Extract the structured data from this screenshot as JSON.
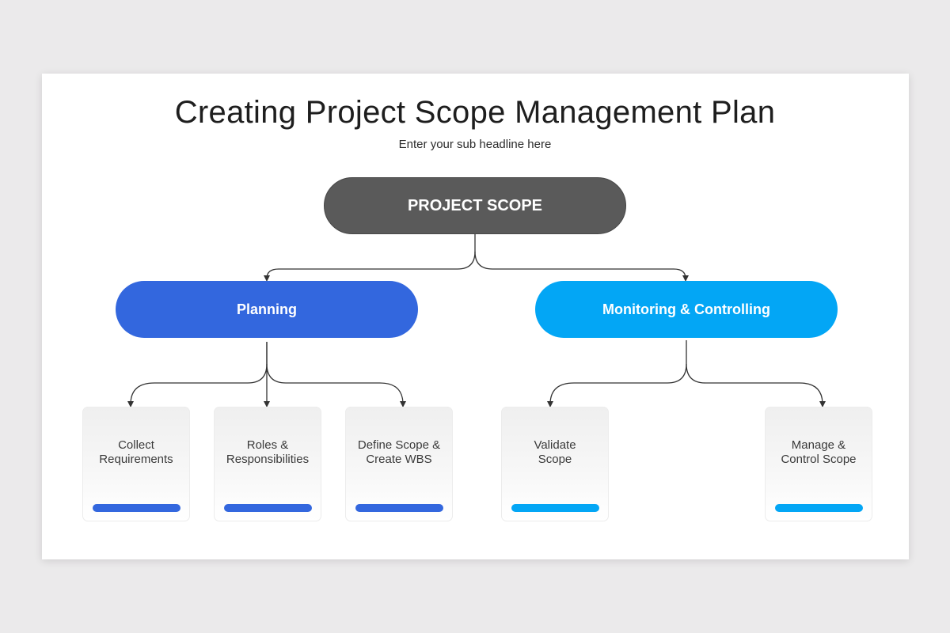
{
  "slide": {
    "title": "Creating Project Scope Management Plan",
    "subtitle": "Enter your sub headline here"
  },
  "diagram": {
    "root": {
      "label": "PROJECT SCOPE",
      "color": "#5a5a5a"
    },
    "branches": [
      {
        "label": "Planning",
        "color": "#3367de",
        "children": [
          {
            "label": "Collect\nRequirements"
          },
          {
            "label": "Roles &\nResponsibilities"
          },
          {
            "label": "Define Scope &\nCreate WBS"
          }
        ]
      },
      {
        "label": "Monitoring & Controlling",
        "color": "#03a6f5",
        "children": [
          {
            "label": "Validate\nScope"
          },
          {
            "label": "Manage &\nControl Scope"
          }
        ]
      }
    ]
  },
  "colors": {
    "background": "#ebeaeb",
    "connector": "#333333"
  }
}
